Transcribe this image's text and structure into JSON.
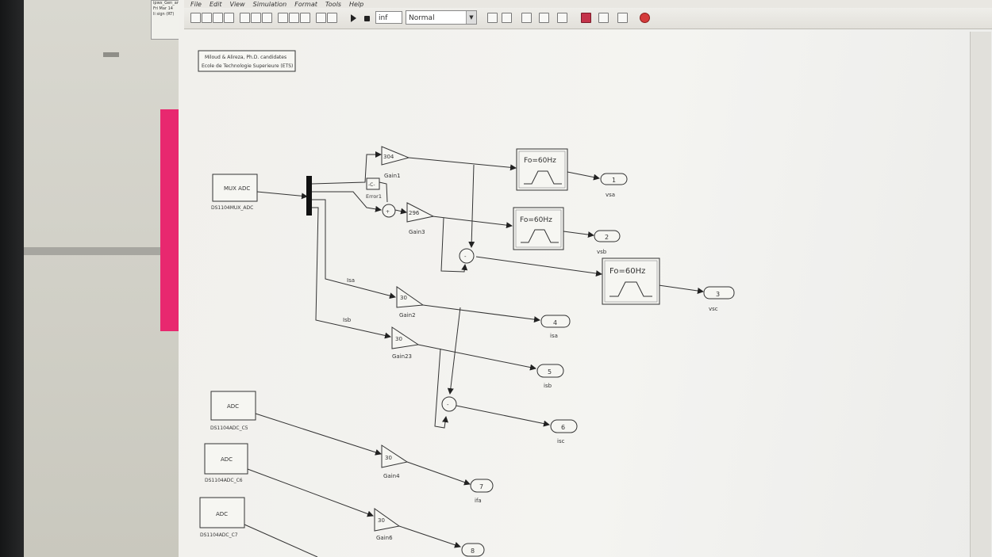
{
  "left_window": {
    "title_lines": [
      "ipwx_Gen_ante",
      "Fri Mar 14",
      "li sign (RT)"
    ],
    "pink_color": "#e8286f"
  },
  "menu": [
    "File",
    "Edit",
    "View",
    "Simulation",
    "Format",
    "Tools",
    "Help"
  ],
  "toolbar": {
    "stop_time": "inf",
    "sim_mode": "Normal",
    "icons": [
      "new-model-icon",
      "open-icon",
      "save-icon",
      "print-icon",
      "cut-icon",
      "copy-icon",
      "paste-icon",
      "back-icon",
      "forward-icon",
      "up-icon",
      "undo-icon",
      "redo-icon",
      "start-simulation-icon",
      "stop-simulation-icon",
      "build-icon",
      "update-icon",
      "model-explorer-icon",
      "library-browser-icon",
      "debug-icon",
      "library-icon",
      "toggle-icon",
      "model-browser-icon",
      "stop-icon"
    ]
  },
  "annotation": {
    "line1": "Miloud & Alireza, Ph.D. candidates",
    "line2": "Ecole de Technologie Superieure (ETS)"
  },
  "blocks": {
    "mux_adc": {
      "text": "MUX ADC",
      "caption": "DS1104MUX_ADC"
    },
    "adc_c5": {
      "text": "ADC",
      "caption": "DS1104ADC_C5"
    },
    "adc_c6": {
      "text": "ADC",
      "caption": "DS1104ADC_C6"
    },
    "adc_c7": {
      "text": "ADC",
      "caption": "DS1104ADC_C7"
    },
    "gain1": {
      "value": "304",
      "caption": "Gain1"
    },
    "gain3": {
      "value": "296",
      "caption": "Gain3"
    },
    "gain2": {
      "value": "30",
      "caption": "Gain2"
    },
    "gain23": {
      "value": "30",
      "caption": "Gain23"
    },
    "gain4": {
      "value": "30",
      "caption": "Gain4"
    },
    "gain6": {
      "value": "30",
      "caption": "Gain6"
    },
    "error1": {
      "value": "-C-",
      "caption": "Error1"
    },
    "filter": {
      "text": "Fo=60Hz"
    },
    "signal_isa": "Isa",
    "signal_isb": "Isb"
  },
  "outports": [
    {
      "num": "1",
      "name": "vsa"
    },
    {
      "num": "2",
      "name": "vsb"
    },
    {
      "num": "3",
      "name": "vsc"
    },
    {
      "num": "4",
      "name": "isa"
    },
    {
      "num": "5",
      "name": "isb"
    },
    {
      "num": "6",
      "name": "isc"
    },
    {
      "num": "7",
      "name": "ifa"
    },
    {
      "num": "8",
      "name": ""
    }
  ]
}
